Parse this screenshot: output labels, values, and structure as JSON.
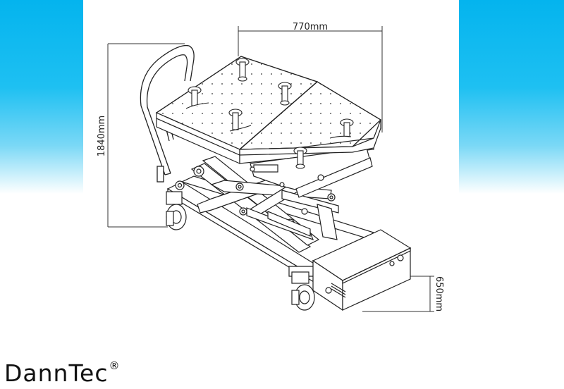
{
  "dimensions": {
    "width": "770mm",
    "height": "1840mm",
    "depth": "650mm"
  },
  "brand": {
    "name": "DannTec",
    "mark": "®"
  },
  "colors": {
    "accent_blue": "#04b4ee",
    "line": "#2a2a2a",
    "background": "#ffffff"
  }
}
